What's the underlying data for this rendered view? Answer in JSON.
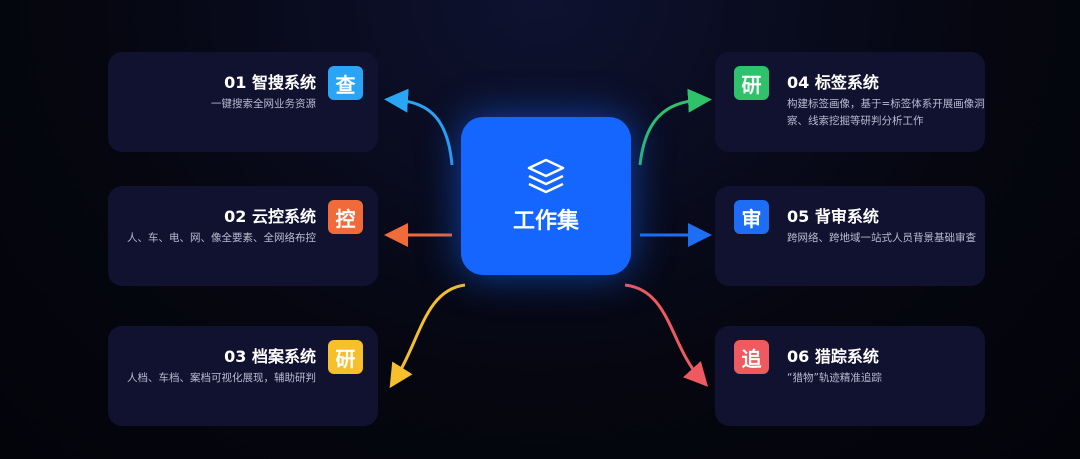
{
  "center": {
    "title": "工作集",
    "icon": "layers-icon"
  },
  "systems": [
    {
      "badge": "查",
      "title": "01 智搜系统",
      "desc": "一键搜索全网业务资源",
      "color": "#2aa4f4"
    },
    {
      "badge": "控",
      "title": "02 云控系统",
      "desc": "人、车、电、网、像全要素、全网络布控",
      "color": "#f06a3a"
    },
    {
      "badge": "研",
      "title": "03 档案系统",
      "desc": "人档、车档、案档可视化展现，辅助研判",
      "color": "#f5c02c"
    },
    {
      "badge": "研",
      "title": "04 标签系统",
      "desc": "构建标签画像，基于=标签体系开展画像洞察、线索挖掘等研判分析工作",
      "color": "#2fc26b"
    },
    {
      "badge": "审",
      "title": "05 背审系统",
      "desc": "跨网络、跨地域一站式人员背景基础审查",
      "color": "#1e6ef5"
    },
    {
      "badge": "追",
      "title": "06 猎踪系统",
      "desc": "“猎物”轨迹精准追踪",
      "color": "#ee5a5f"
    }
  ]
}
